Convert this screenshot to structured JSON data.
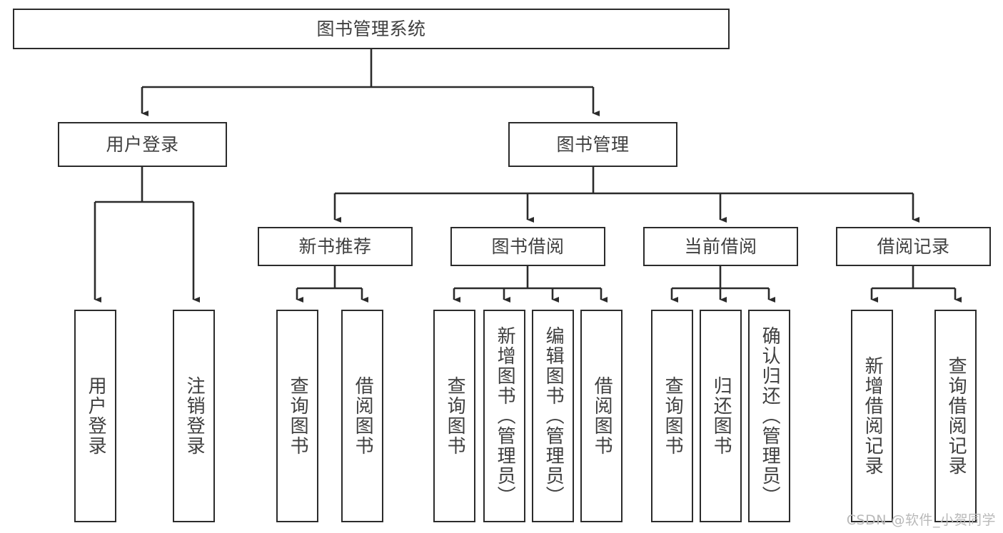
{
  "diagram": {
    "title": "图书管理系统",
    "watermark": "CSDN @软件_小贺同学",
    "levels": {
      "root": {
        "label": "图书管理系统"
      },
      "level2": [
        {
          "label": "用户登录"
        },
        {
          "label": "图书管理"
        }
      ],
      "level3": [
        {
          "label": "新书推荐"
        },
        {
          "label": "图书借阅"
        },
        {
          "label": "当前借阅"
        },
        {
          "label": "借阅记录"
        }
      ],
      "leaves": [
        {
          "label": "用户登录"
        },
        {
          "label": "注销登录"
        },
        {
          "label": "查询图书"
        },
        {
          "label": "借阅图书"
        },
        {
          "label": "查询图书"
        },
        {
          "label": "新增图书（管理员）"
        },
        {
          "label": "编辑图书（管理员）"
        },
        {
          "label": "借阅图书"
        },
        {
          "label": "查询图书"
        },
        {
          "label": "归还图书"
        },
        {
          "label": "确认归还（管理员）"
        },
        {
          "label": "新增借阅记录"
        },
        {
          "label": "查询借阅记录"
        }
      ]
    },
    "colors": {
      "stroke": "#2b2b2b",
      "text": "#3f3f3f",
      "background": "#ffffff",
      "watermark": "#b9b9b9"
    }
  }
}
